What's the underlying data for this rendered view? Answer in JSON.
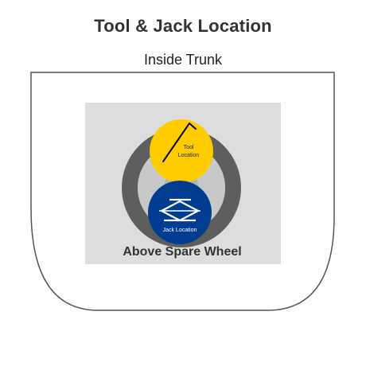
{
  "title": "Tool & Jack Location",
  "subtitle": "Inside Trunk",
  "diagram": {
    "tool_label_line1": "Tool",
    "tool_label_line2": "Location",
    "jack_label": "Jack Location",
    "spare_wheel_label": "Above Spare Wheel"
  },
  "colors": {
    "trunk_outline": "#555555",
    "panel_fill": "#dddddd",
    "tire": "#5e5e5e",
    "rim": "#c8c8c8",
    "tool_circle": "#ffcc00",
    "jack_circle": "#003c8f",
    "jack_label_text": "#ffffff",
    "tool_label_text": "#222222"
  },
  "icons": {
    "tool": "lug-wrench-icon",
    "jack": "scissor-jack-icon"
  }
}
